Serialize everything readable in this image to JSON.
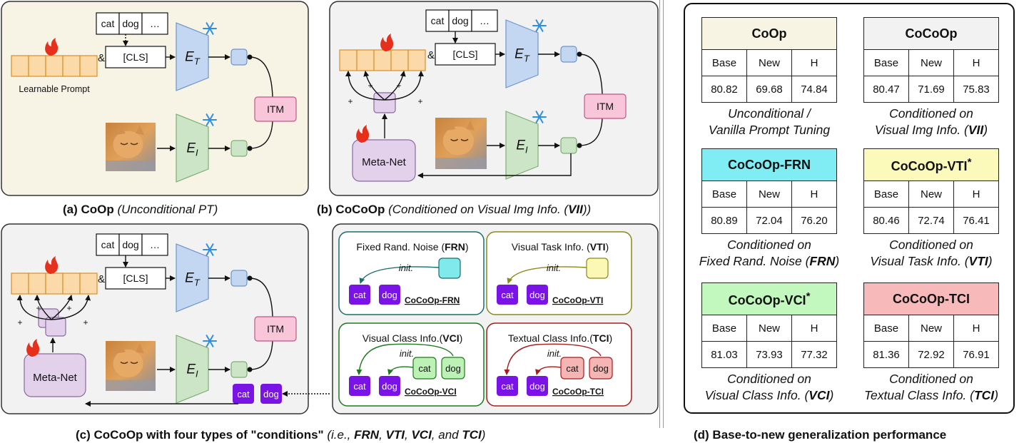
{
  "panel_a": {
    "caption_bold": "(a) CoOp",
    "caption_italic": "(Unconditional PT)",
    "learnable_prompt": "Learnable Prompt",
    "cls": "[CLS]",
    "class_tokens": [
      "cat",
      "dog",
      "…"
    ],
    "amp": "&",
    "itm": "ITM",
    "encoder_t": "E",
    "encoder_t_sub": "T",
    "encoder_i": "E",
    "encoder_i_sub": "I"
  },
  "panel_b": {
    "caption_bold": "(b) CoCoOp",
    "caption_italic_pre": "(Conditioned on Visual Img Info. (",
    "caption_italic_bold": "VII",
    "caption_italic_post": "))",
    "meta_net": "Meta-Net",
    "plus": "+"
  },
  "panel_c": {
    "caption_bold": "(c) CoCoOp with four types of \"conditions\"",
    "caption_italic_pre": "(i.e., ",
    "caption_terms": [
      "FRN",
      "VTI",
      "VCI",
      "TCI"
    ],
    "caption_sep": ", ",
    "caption_and": "and ",
    "caption_end": ")",
    "conditions": [
      {
        "title_pre": "Fixed Rand. Noise (",
        "abbr": "FRN",
        "title_post": ")",
        "label": "CoCoOp-FRN",
        "color": "#1a6e6e",
        "fill": "#7fe9ec"
      },
      {
        "title_pre": "Visual Task Info. (",
        "abbr": "VTI",
        "title_post": ")",
        "label": "CoCoOp-VTI",
        "color": "#8a8a1a",
        "fill": "#fbf7b5"
      },
      {
        "title_pre": "Visual Class Info.(",
        "abbr": "VCI",
        "title_post": ")",
        "label": "CoCoOp-VCI",
        "color": "#1e7a1e",
        "fill": "#bdf2b5"
      },
      {
        "title_pre": "Textual Class Info.(",
        "abbr": "TCI",
        "title_post": ")",
        "label": "CoCoOp-TCI",
        "color": "#a81c1c",
        "fill": "#f5b5b5"
      }
    ],
    "init": "init."
  },
  "panel_d": {
    "caption": "(d) Base-to-new generalization performance",
    "columns": [
      "Base",
      "New",
      "H"
    ],
    "results": [
      {
        "name": "CoOp",
        "star": "",
        "color": "#f8f4e4",
        "values": [
          "80.82",
          "69.68",
          "74.84"
        ],
        "desc_pre": "Unconditional /",
        "desc_line2": "Vanilla Prompt Tuning",
        "desc_bold": ""
      },
      {
        "name": "CoCoOp",
        "star": "",
        "color": "#f2f2f2",
        "values": [
          "80.47",
          "71.69",
          "75.83"
        ],
        "desc_pre": "Conditioned on",
        "desc_line2": "Visual Img Info. (",
        "desc_bold": "VII"
      },
      {
        "name": "CoCoOp-FRN",
        "star": "",
        "color": "#80edf4",
        "values": [
          "80.89",
          "72.04",
          "76.20"
        ],
        "desc_pre": "Conditioned on",
        "desc_line2": "Fixed Rand. Noise (",
        "desc_bold": "FRN"
      },
      {
        "name": "CoCoOp-VTI",
        "star": "*",
        "color": "#fbfaba",
        "values": [
          "80.46",
          "72.74",
          "76.41"
        ],
        "desc_pre": "Conditioned on",
        "desc_line2": "Visual Task Info. (",
        "desc_bold": "VTI"
      },
      {
        "name": "CoCoOp-VCI",
        "star": "*",
        "color": "#c2f7bd",
        "values": [
          "81.03",
          "73.93",
          "77.32"
        ],
        "desc_pre": "Conditioned on",
        "desc_line2": "Visual Class Info. (",
        "desc_bold": "VCI"
      },
      {
        "name": "CoCoOp-TCI",
        "star": "",
        "color": "#f7b9b9",
        "values": [
          "81.36",
          "72.92",
          "76.91"
        ],
        "desc_pre": "Conditioned on",
        "desc_line2": "Textual Class Info. (",
        "desc_bold": "TCI"
      }
    ]
  },
  "colors": {
    "prompt": "#fcd9a8",
    "prompt_stroke": "#d9902a",
    "text_encoder": "#c3d6f2",
    "image_encoder": "#cde5c7",
    "itm": "#f8c6d8",
    "meta_net": "#e3d1ec",
    "token": "#7a14e6",
    "panel_bg": "#f2f2f2",
    "panel_a_bg": "#f7f4e6"
  }
}
